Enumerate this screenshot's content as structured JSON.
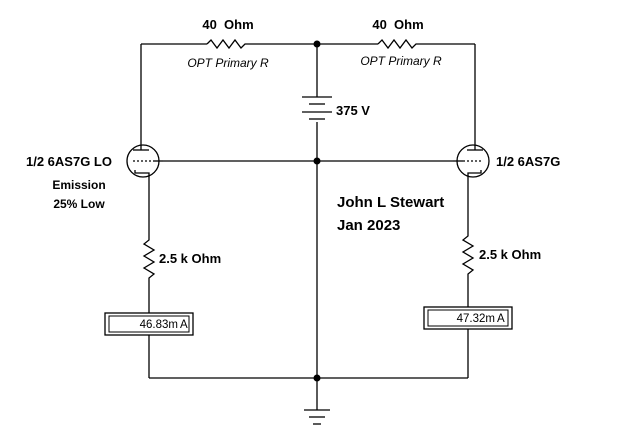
{
  "resistors": {
    "opt_left": {
      "value": "40  Ohm",
      "caption": "OPT Primary R"
    },
    "opt_right": {
      "value": "40  Ohm",
      "caption": "OPT Primary R"
    },
    "cathode_left": {
      "value": "2.5 k Ohm"
    },
    "cathode_right": {
      "value": "2.5 k Ohm"
    }
  },
  "battery": {
    "value": "375 V"
  },
  "tubes": {
    "left": {
      "label": "1/2 6AS7G LO",
      "note_line1": "Emission",
      "note_line2": "25% Low"
    },
    "right": {
      "label": "1/2 6AS7G"
    }
  },
  "meters": {
    "left": {
      "reading": "46.83m",
      "unit": "A"
    },
    "right": {
      "reading": "47.32m",
      "unit": "A"
    }
  },
  "author": {
    "name": "John L Stewart",
    "date": "Jan 2023",
    "color": "#cc0000"
  }
}
